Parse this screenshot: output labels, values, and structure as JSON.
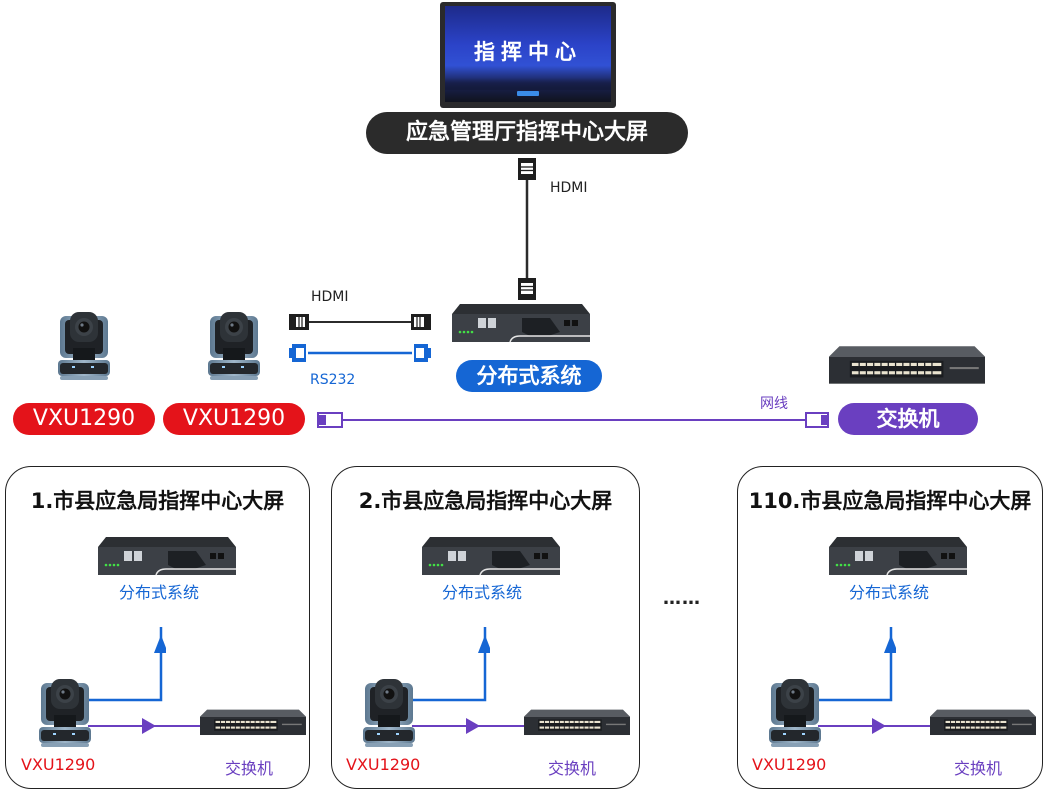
{
  "colors": {
    "accent_blue": "#1566d4",
    "accent_red": "#e4131a",
    "accent_purple": "#6a3fc0",
    "dark_pill": "#2b2b2b"
  },
  "top": {
    "screen_text": "指挥中心",
    "screen_caption": "应急管理厅指挥中心大屏",
    "hdmi_vertical_label": "HDMI"
  },
  "center": {
    "distributor_label": "分布式系统",
    "hdmi_cable_label": "HDMI",
    "rs232_cable_label": "RS232",
    "cameras": [
      {
        "label": "VXU1290"
      },
      {
        "label": "VXU1290"
      }
    ],
    "network_cable_label": "网线",
    "switch_label": "交换机"
  },
  "regions": [
    {
      "title": "1.市县应急局指挥中心大屏",
      "distributor_label": "分布式系统",
      "camera_label": "VXU1290",
      "switch_label": "交换机"
    },
    {
      "title": "2.市县应急局指挥中心大屏",
      "distributor_label": "分布式系统",
      "camera_label": "VXU1290",
      "switch_label": "交换机"
    },
    {
      "title": "110.市县应急局指挥中心大屏",
      "distributor_label": "分布式系统",
      "camera_label": "VXU1290",
      "switch_label": "交换机"
    }
  ],
  "ellipsis": "……"
}
